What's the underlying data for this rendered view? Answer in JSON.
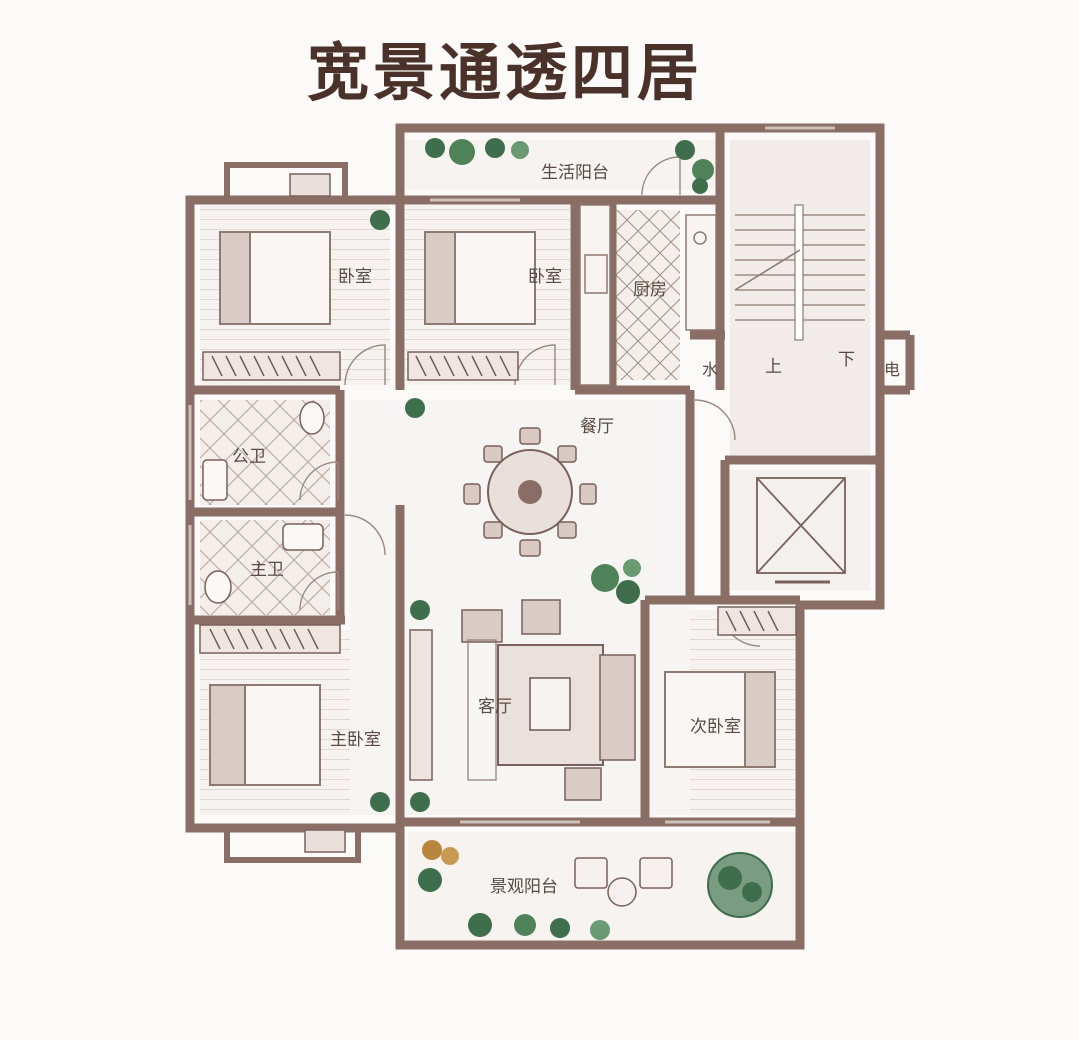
{
  "title": "宽景通透四居",
  "rooms": {
    "service_balcony": "生活阳台",
    "bedroom_1": "卧室",
    "bedroom_2": "卧室",
    "kitchen": "厨房",
    "water": "水",
    "up": "上",
    "down": "下",
    "electric": "电",
    "dining": "餐厅",
    "public_bath": "公卫",
    "master_bath": "主卫",
    "master_bedroom": "主卧室",
    "living": "客厅",
    "second_bedroom": "次卧室",
    "view_balcony": "景观阳台"
  },
  "colors": {
    "wall": "#8a6e66",
    "wall_dark": "#6f5550",
    "floor_wood": "#f3eeea",
    "tile": "#efe7e3",
    "plant": "#3f6e4d",
    "furniture": "#b9a49c"
  }
}
